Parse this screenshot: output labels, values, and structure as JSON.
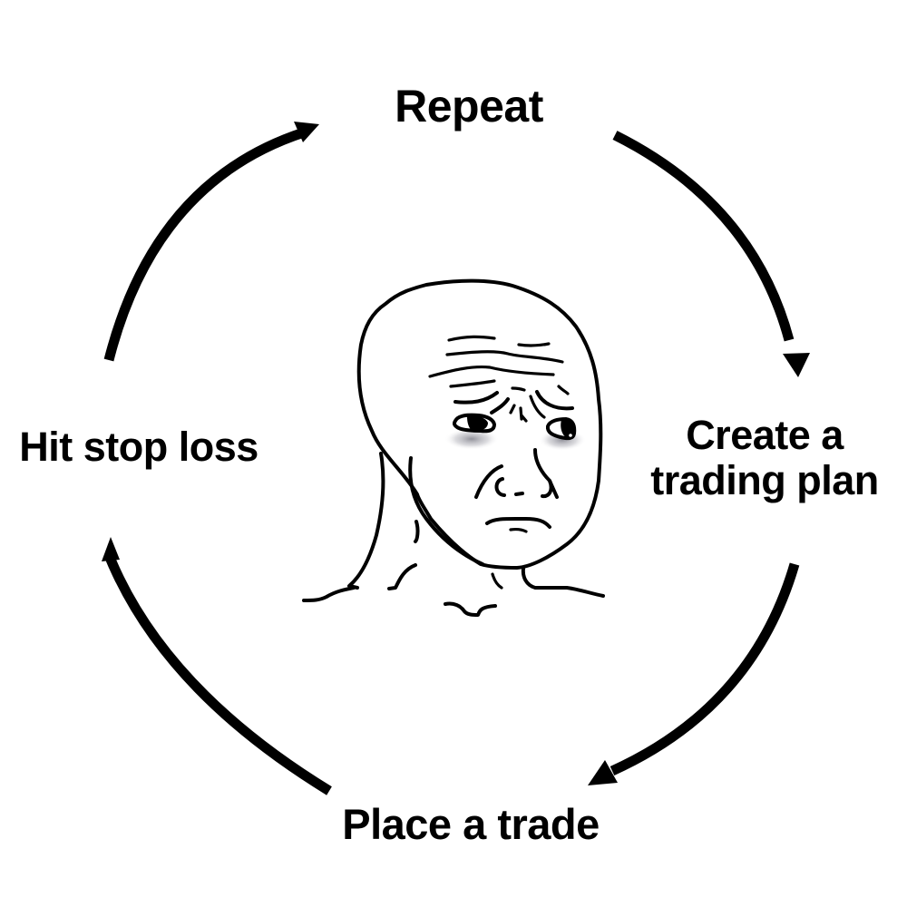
{
  "diagram": {
    "type": "cycle",
    "direction": "clockwise",
    "steps": [
      {
        "id": "repeat",
        "label_lines": [
          "Repeat"
        ]
      },
      {
        "id": "create-plan",
        "label_lines": [
          "Create a",
          "trading plan"
        ]
      },
      {
        "id": "place-trade",
        "label_lines": [
          "Place a trade"
        ]
      },
      {
        "id": "hit-stop-loss",
        "label_lines": [
          "Hit stop loss"
        ]
      }
    ],
    "arrows": [
      {
        "from": "repeat",
        "to": "create-plan"
      },
      {
        "from": "create-plan",
        "to": "place-trade"
      },
      {
        "from": "place-trade",
        "to": "hit-stop-loss"
      },
      {
        "from": "hit-stop-loss",
        "to": "repeat"
      }
    ],
    "center_image": "sad-wojak-face",
    "colors": {
      "ink": "#000000",
      "background": "#ffffff",
      "eye_shadow": "#8a8a94"
    }
  }
}
